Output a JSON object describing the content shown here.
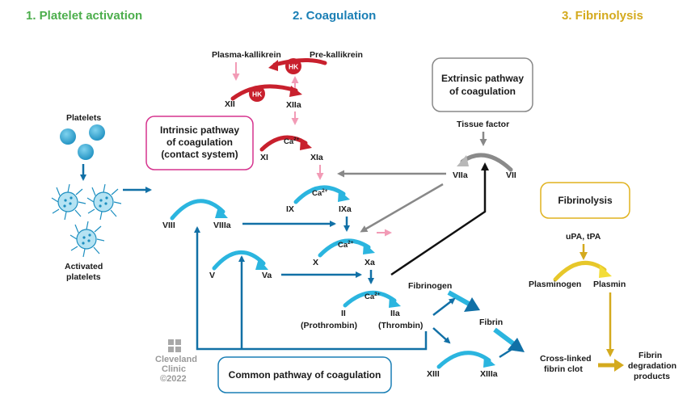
{
  "colors": {
    "platelet": "#4cae4c",
    "coagulation": "#1a7fb5",
    "fibrinolysis": "#d4aa1e",
    "cyan": "#2bb5df",
    "dark_blue": "#1170a6",
    "red": "#c8202d",
    "pink": "#f29bb6",
    "pink_box": "#d6338e",
    "gray": "#888888",
    "gold_box": "#e0b21e"
  },
  "headers": {
    "platelet": "1. Platelet activation",
    "coagulation": "2. Coagulation",
    "fibrinolysis": "3. Fibrinolysis"
  },
  "boxes": {
    "intrinsic": [
      "Intrinsic pathway",
      "of coagulation",
      "(contact system)"
    ],
    "extrinsic": [
      "Extrinsic pathway",
      "of coagulation"
    ],
    "common": "Common pathway of coagulation",
    "fibrinolysis": "Fibrinolysis"
  },
  "platelets": {
    "label": "Platelets",
    "activated": [
      "Activated",
      "platelets"
    ]
  },
  "contact": {
    "plasma_kallikrein": "Plasma-kallikrein",
    "pre_kallikrein": "Pre-kallikrein",
    "hk": "HK",
    "xii": "XII",
    "xiia": "XIIa"
  },
  "factors": {
    "xi": "XI",
    "xia": "XIa",
    "ix": "IX",
    "ixa": "IXa",
    "x": "X",
    "xa": "Xa",
    "viii": "VIII",
    "viiia": "VIIIa",
    "v": "V",
    "va": "Va",
    "ii": "II",
    "iia": "IIa",
    "prothrombin": "(Prothrombin)",
    "thrombin": "(Thrombin)",
    "tissue_factor": "Tissue factor",
    "viia": "VIIa",
    "vii": "VII",
    "fibrinogen": "Fibrinogen",
    "fibrin": "Fibrin",
    "xiii": "XIII",
    "xiiia": "XIIIa",
    "crosslinked": [
      "Cross-linked",
      "fibrin clot"
    ],
    "ca": "Ca",
    "ca_sup": "2+"
  },
  "fibrinolysis": {
    "upa": "uPA, tPA",
    "plasminogen": "Plasminogen",
    "plasmin": "Plasmin",
    "products": [
      "Fibrin",
      "degradation",
      "products"
    ]
  },
  "logo": {
    "line1": "Cleveland",
    "line2": "Clinic",
    "line3": "©2022"
  }
}
